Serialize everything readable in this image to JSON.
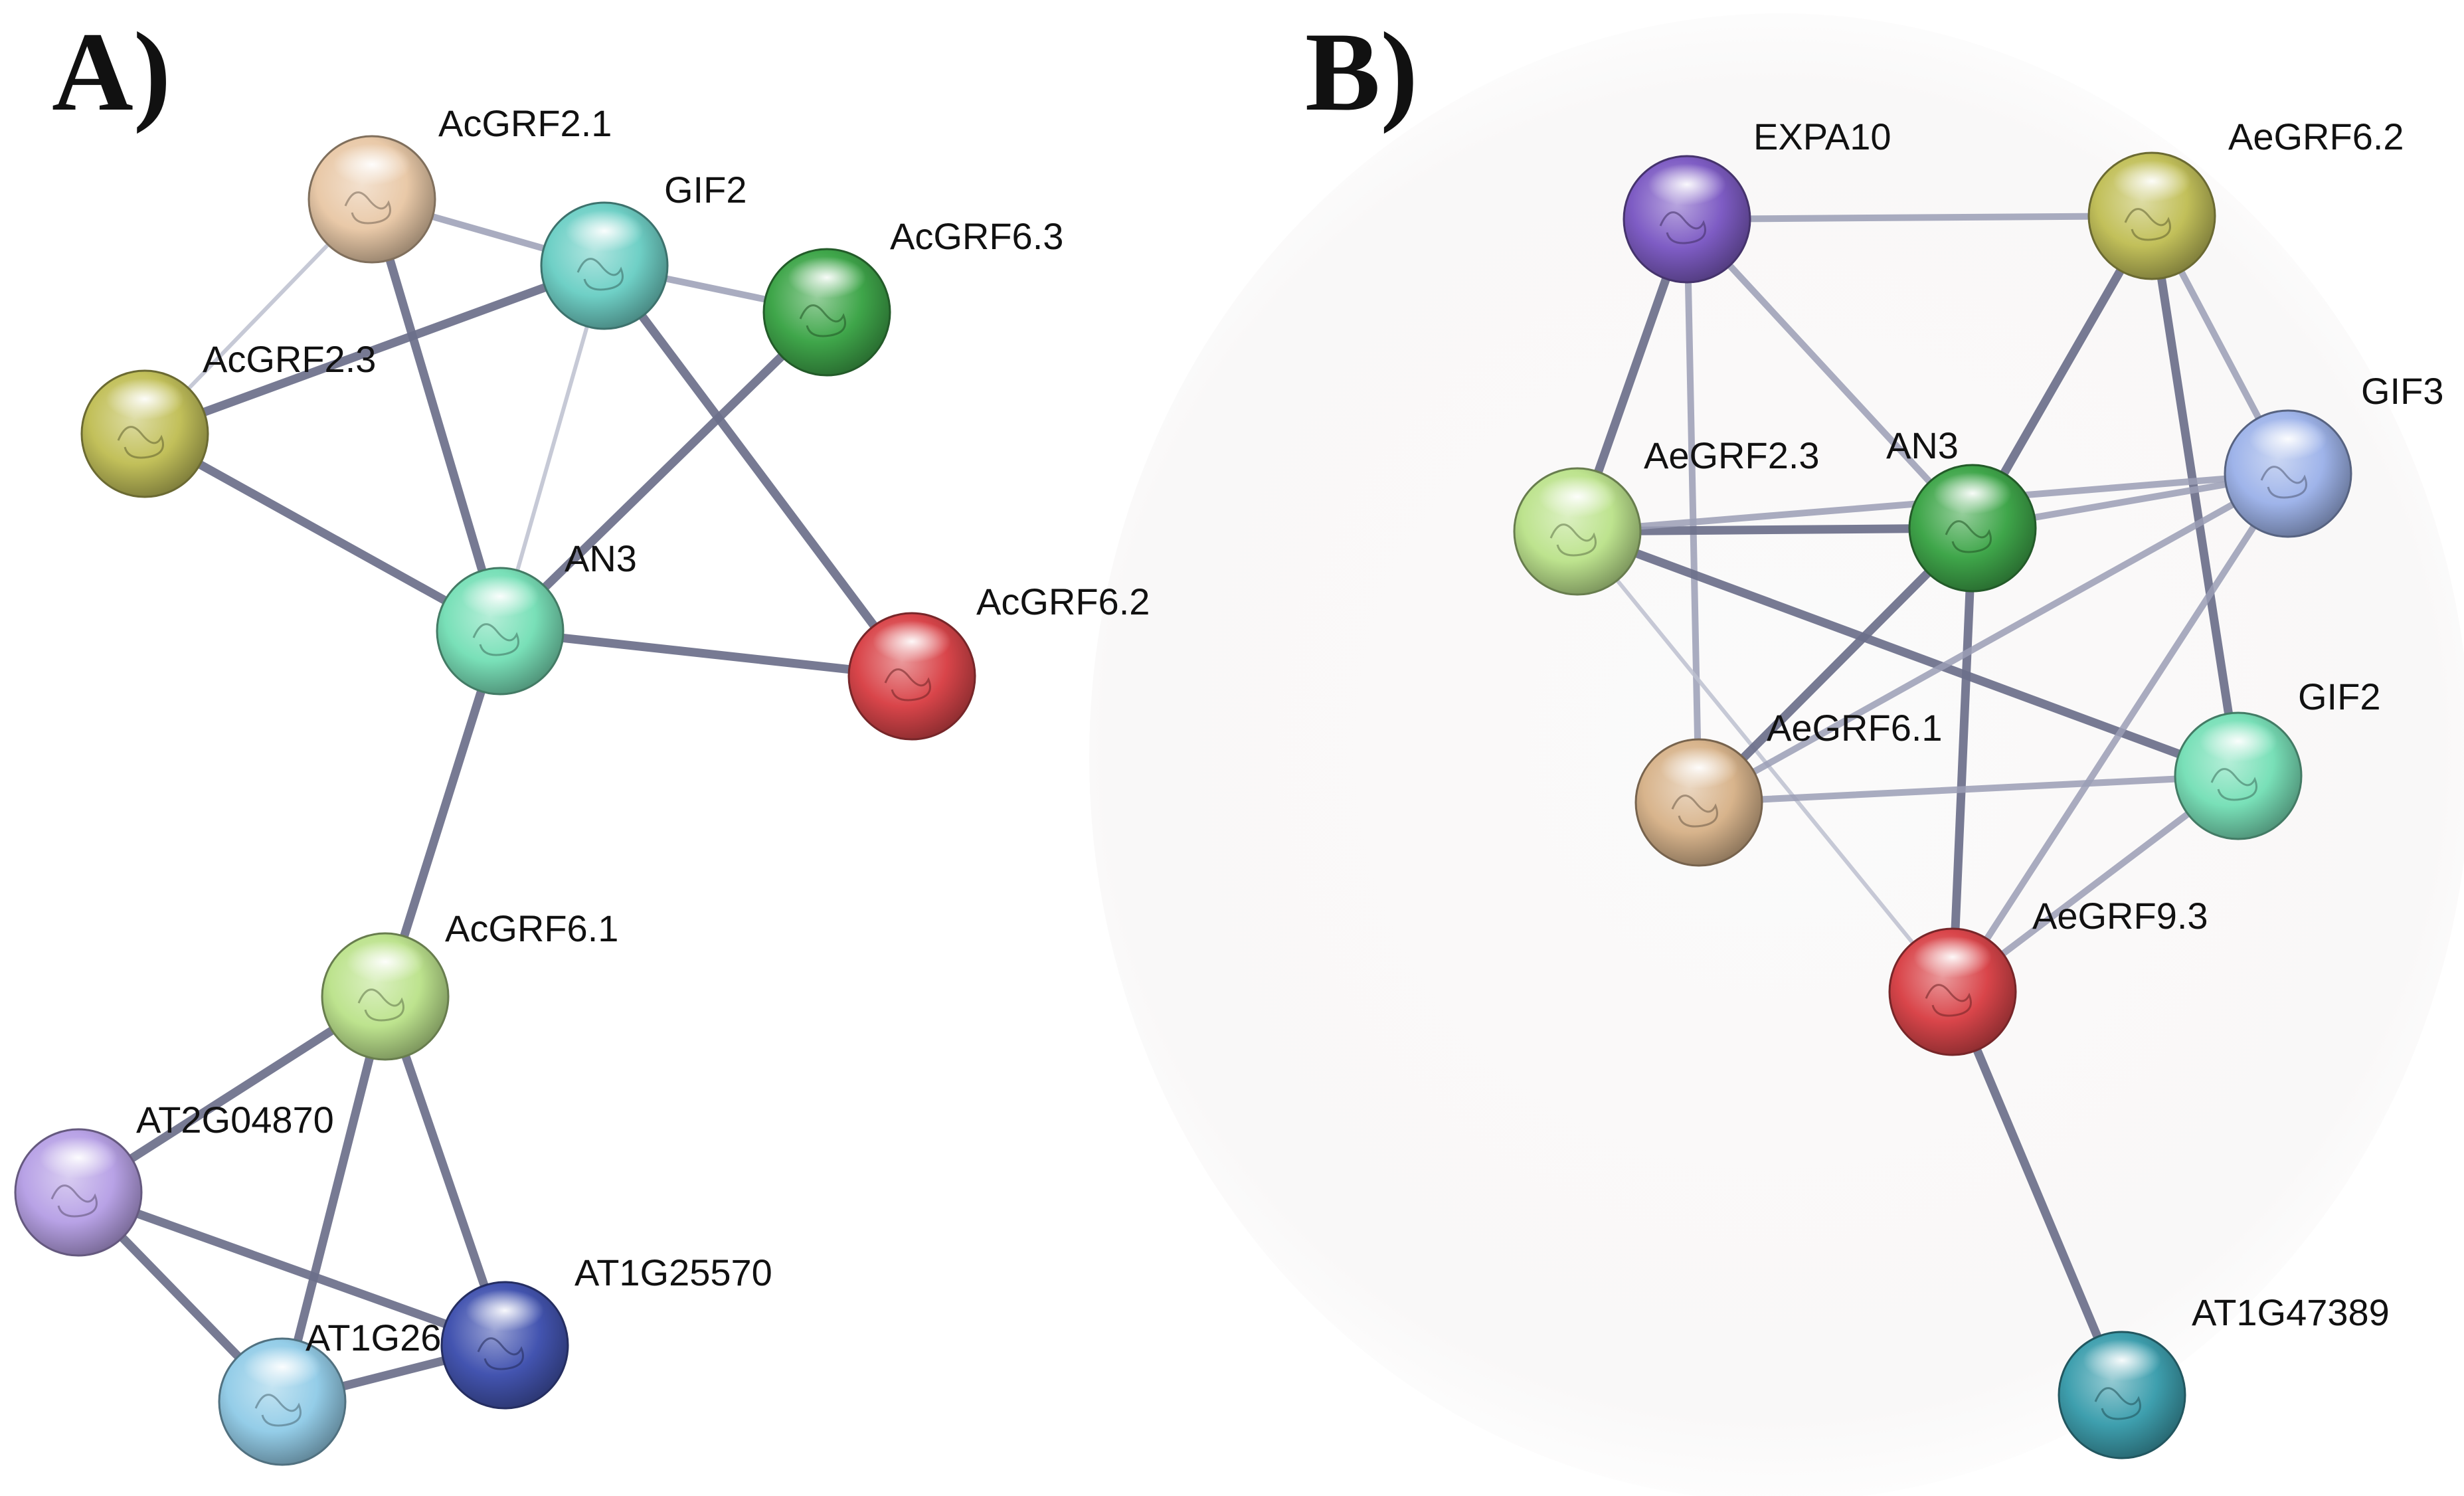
{
  "panels": [
    {
      "label": "A)",
      "nodes": [
        {
          "id": "AcGRF2.1",
          "label": "AcGRF2.1",
          "color": "#e9c9a8"
        },
        {
          "id": "GIF2",
          "label": "GIF2",
          "color": "#6fd0c6"
        },
        {
          "id": "AcGRF6.3",
          "label": "AcGRF6.3",
          "color": "#3fa64a"
        },
        {
          "id": "AcGRF2.3",
          "label": "AcGRF2.3",
          "color": "#c2c05a"
        },
        {
          "id": "AN3",
          "label": "AN3",
          "color": "#79e0b8"
        },
        {
          "id": "AcGRF6.2",
          "label": "AcGRF6.2",
          "color": "#d9454a"
        },
        {
          "id": "AcGRF6.1",
          "label": "AcGRF6.1",
          "color": "#bde38e"
        },
        {
          "id": "AT2G04870",
          "label": "AT2G04870",
          "color": "#b8a2e6"
        },
        {
          "id": "AT1G25570",
          "label": "AT1G25570",
          "color": "#4354b0"
        },
        {
          "id": "AT1G26",
          "label": "AT1G26",
          "color": "#94cde8"
        }
      ],
      "edges": [
        {
          "source": "AcGRF2.1",
          "target": "GIF2",
          "strength": "medium"
        },
        {
          "source": "AcGRF2.1",
          "target": "AcGRF2.3",
          "strength": "weak"
        },
        {
          "source": "AcGRF2.1",
          "target": "AN3",
          "strength": "strong"
        },
        {
          "source": "GIF2",
          "target": "AcGRF6.3",
          "strength": "medium"
        },
        {
          "source": "GIF2",
          "target": "AcGRF2.3",
          "strength": "strong"
        },
        {
          "source": "GIF2",
          "target": "AN3",
          "strength": "weak"
        },
        {
          "source": "GIF2",
          "target": "AcGRF6.2",
          "strength": "strong"
        },
        {
          "source": "AcGRF6.3",
          "target": "AN3",
          "strength": "strong"
        },
        {
          "source": "AcGRF2.3",
          "target": "AN3",
          "strength": "strong"
        },
        {
          "source": "AN3",
          "target": "AcGRF6.2",
          "strength": "strong"
        },
        {
          "source": "AN3",
          "target": "AcGRF6.1",
          "strength": "strong"
        },
        {
          "source": "AcGRF6.1",
          "target": "AT2G04870",
          "strength": "strong"
        },
        {
          "source": "AcGRF6.1",
          "target": "AT1G25570",
          "strength": "strong"
        },
        {
          "source": "AcGRF6.1",
          "target": "AT1G26",
          "strength": "strong"
        },
        {
          "source": "AT2G04870",
          "target": "AT1G25570",
          "strength": "strong"
        },
        {
          "source": "AT2G04870",
          "target": "AT1G26",
          "strength": "strong"
        },
        {
          "source": "AT1G26",
          "target": "AT1G25570",
          "strength": "strong"
        }
      ]
    },
    {
      "label": "B)",
      "nodes": [
        {
          "id": "EXPA10",
          "label": "EXPA10",
          "color": "#7e5cc4"
        },
        {
          "id": "AeGRF6.2",
          "label": "AeGRF6.2",
          "color": "#c2c05a"
        },
        {
          "id": "GIF3",
          "label": "GIF3",
          "color": "#9fb4ea"
        },
        {
          "id": "AeGRF2.3",
          "label": "AeGRF2.3",
          "color": "#bde38e"
        },
        {
          "id": "AN3",
          "label": "AN3",
          "color": "#3fa64a"
        },
        {
          "id": "AeGRF6.1",
          "label": "AeGRF6.1",
          "color": "#d8b48c"
        },
        {
          "id": "GIF2",
          "label": "GIF2",
          "color": "#79e0b8"
        },
        {
          "id": "AeGRF9.3",
          "label": "AeGRF9.3",
          "color": "#d9454a"
        },
        {
          "id": "AT1G47389",
          "label": "AT1G47389",
          "color": "#3e9fae"
        }
      ],
      "edges": [
        {
          "source": "EXPA10",
          "target": "AeGRF6.2",
          "strength": "medium"
        },
        {
          "source": "EXPA10",
          "target": "AeGRF2.3",
          "strength": "strong"
        },
        {
          "source": "EXPA10",
          "target": "AN3",
          "strength": "medium"
        },
        {
          "source": "EXPA10",
          "target": "AeGRF6.1",
          "strength": "medium"
        },
        {
          "source": "AeGRF6.2",
          "target": "AN3",
          "strength": "strong"
        },
        {
          "source": "AeGRF6.2",
          "target": "GIF3",
          "strength": "medium"
        },
        {
          "source": "AeGRF6.2",
          "target": "GIF2",
          "strength": "strong"
        },
        {
          "source": "AeGRF2.3",
          "target": "AN3",
          "strength": "strong"
        },
        {
          "source": "AeGRF2.3",
          "target": "GIF3",
          "strength": "medium"
        },
        {
          "source": "AeGRF2.3",
          "target": "GIF2",
          "strength": "strong"
        },
        {
          "source": "AeGRF2.3",
          "target": "AeGRF9.3",
          "strength": "weak"
        },
        {
          "source": "AN3",
          "target": "AeGRF6.1",
          "strength": "strong"
        },
        {
          "source": "AN3",
          "target": "AeGRF9.3",
          "strength": "strong"
        },
        {
          "source": "AN3",
          "target": "GIF3",
          "strength": "medium"
        },
        {
          "source": "GIF3",
          "target": "AeGRF6.1",
          "strength": "medium"
        },
        {
          "source": "GIF3",
          "target": "AeGRF9.3",
          "strength": "medium"
        },
        {
          "source": "AeGRF6.1",
          "target": "GIF2",
          "strength": "medium"
        },
        {
          "source": "GIF2",
          "target": "AeGRF9.3",
          "strength": "medium"
        },
        {
          "source": "AeGRF9.3",
          "target": "AT1G47389",
          "strength": "strong"
        }
      ]
    }
  ]
}
